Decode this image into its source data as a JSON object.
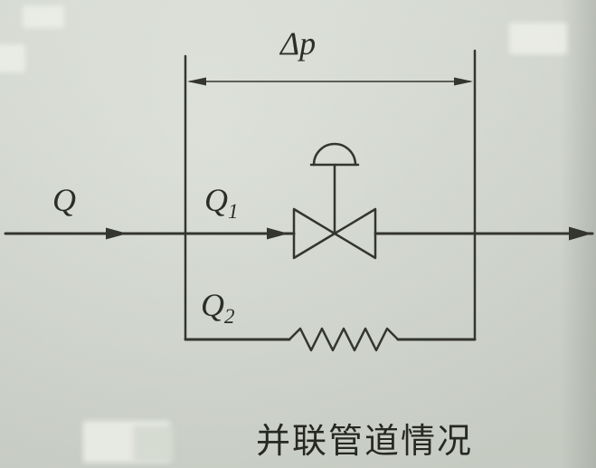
{
  "labels": {
    "delta_p": "Δp",
    "q": "Q",
    "q1": {
      "base": "Q",
      "sub": "1"
    },
    "q2": {
      "base": "Q",
      "sub": "2"
    }
  },
  "caption": {
    "text": "并联管道情况"
  },
  "colors": {
    "ink": "#34352f",
    "paper": "#d7dcd3"
  }
}
